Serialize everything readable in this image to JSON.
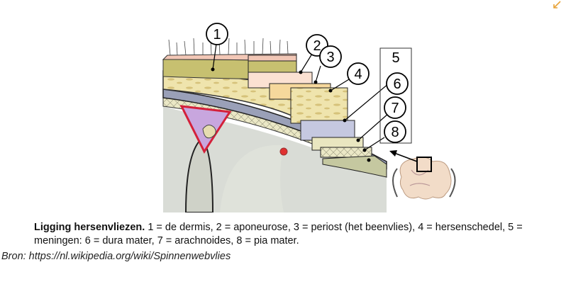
{
  "figure": {
    "callouts": [
      "1",
      "2",
      "3",
      "4",
      "5",
      "6",
      "7",
      "8"
    ]
  },
  "caption": {
    "title": "Ligging hersenvliezen.",
    "text": "1 = de dermis, 2 = aponeurose, 3 = periost (het beenvlies), 4 = hersenschedel, 5 = meningen: 6 = dura mater, 7 = arachnoides, 8 = pia mater."
  },
  "source": {
    "text": "Bron: https://nl.wikipedia.org/wiki/Spinnenwebvlies"
  },
  "icons": {
    "corner": "expand-arrow-icon"
  },
  "colors": {
    "skin": "#f2c7b6",
    "dermis": "#c7c070",
    "aponeurosis": "#fbe1d2",
    "periost": "#f6d89c",
    "skull": "#f0e6b0",
    "dura": "#c5c8e0",
    "arachnoid": "#e9e6c0",
    "pia": "#e6e4ba",
    "brain": "#d9dcd6",
    "sinus": "#c8a6de",
    "accent": "#e8a43a"
  }
}
